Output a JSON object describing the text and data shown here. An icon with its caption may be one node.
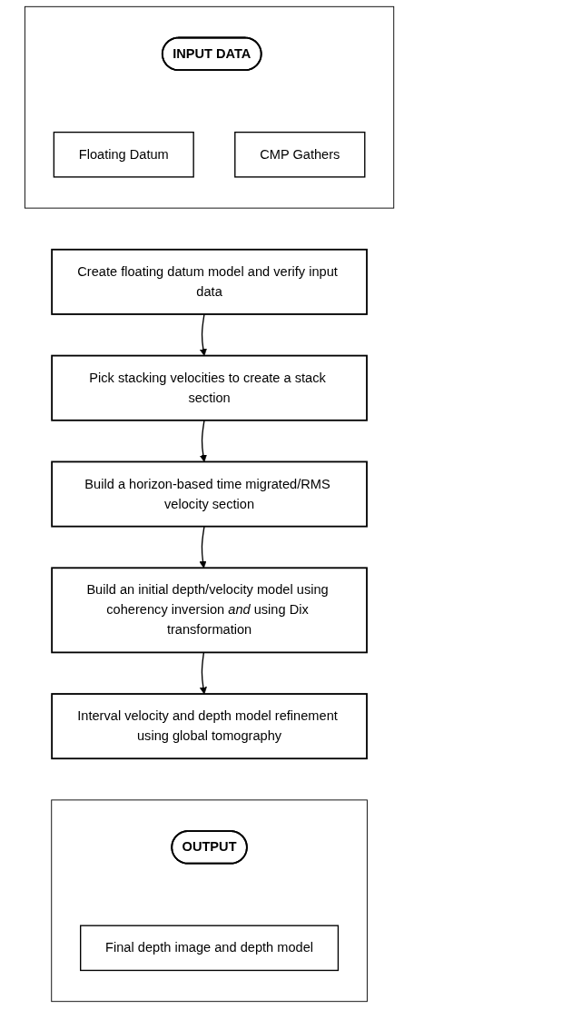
{
  "diagram": {
    "nodes": [
      {
        "text": [],
        "shape": "box"
      },
      {
        "text": [
          "INPUT DATA"
        ],
        "in": 0
      },
      {
        "text": [
          "Floating Datum"
        ],
        "in": 0
      },
      {
        "text": [
          "CMP Gathers"
        ],
        "in": 0
      },
      {
        "text": [
          "Create floating datum model and verify input data"
        ]
      },
      {
        "text": [
          "Pick stacking velocities to create a stack section"
        ]
      },
      {
        "text": [
          "Build a horizon-based time migrated/RMS velocity section"
        ]
      },
      {
        "text": [
          "Build an initial depth/velocity model using coherency inversion *and* using Dix transformation"
        ]
      },
      {
        "text": [
          "Interval velocity and depth model refinement using global tomography"
        ]
      },
      {
        "text": [],
        "shape": "box"
      },
      {
        "text": [
          "OUTPUT"
        ],
        "in": 9
      },
      {
        "text": [
          "Final depth image and depth model"
        ],
        "in": 9
      }
    ],
    "edges": [
      {
        "from": 4,
        "to": 5,
        "arrow": "to"
      },
      {
        "from": 5,
        "to": 6,
        "arrow": "to"
      },
      {
        "from": 6,
        "to": 7,
        "arrow": "to"
      },
      {
        "from": 7,
        "to": 8,
        "arrow": "to"
      }
    ]
  }
}
